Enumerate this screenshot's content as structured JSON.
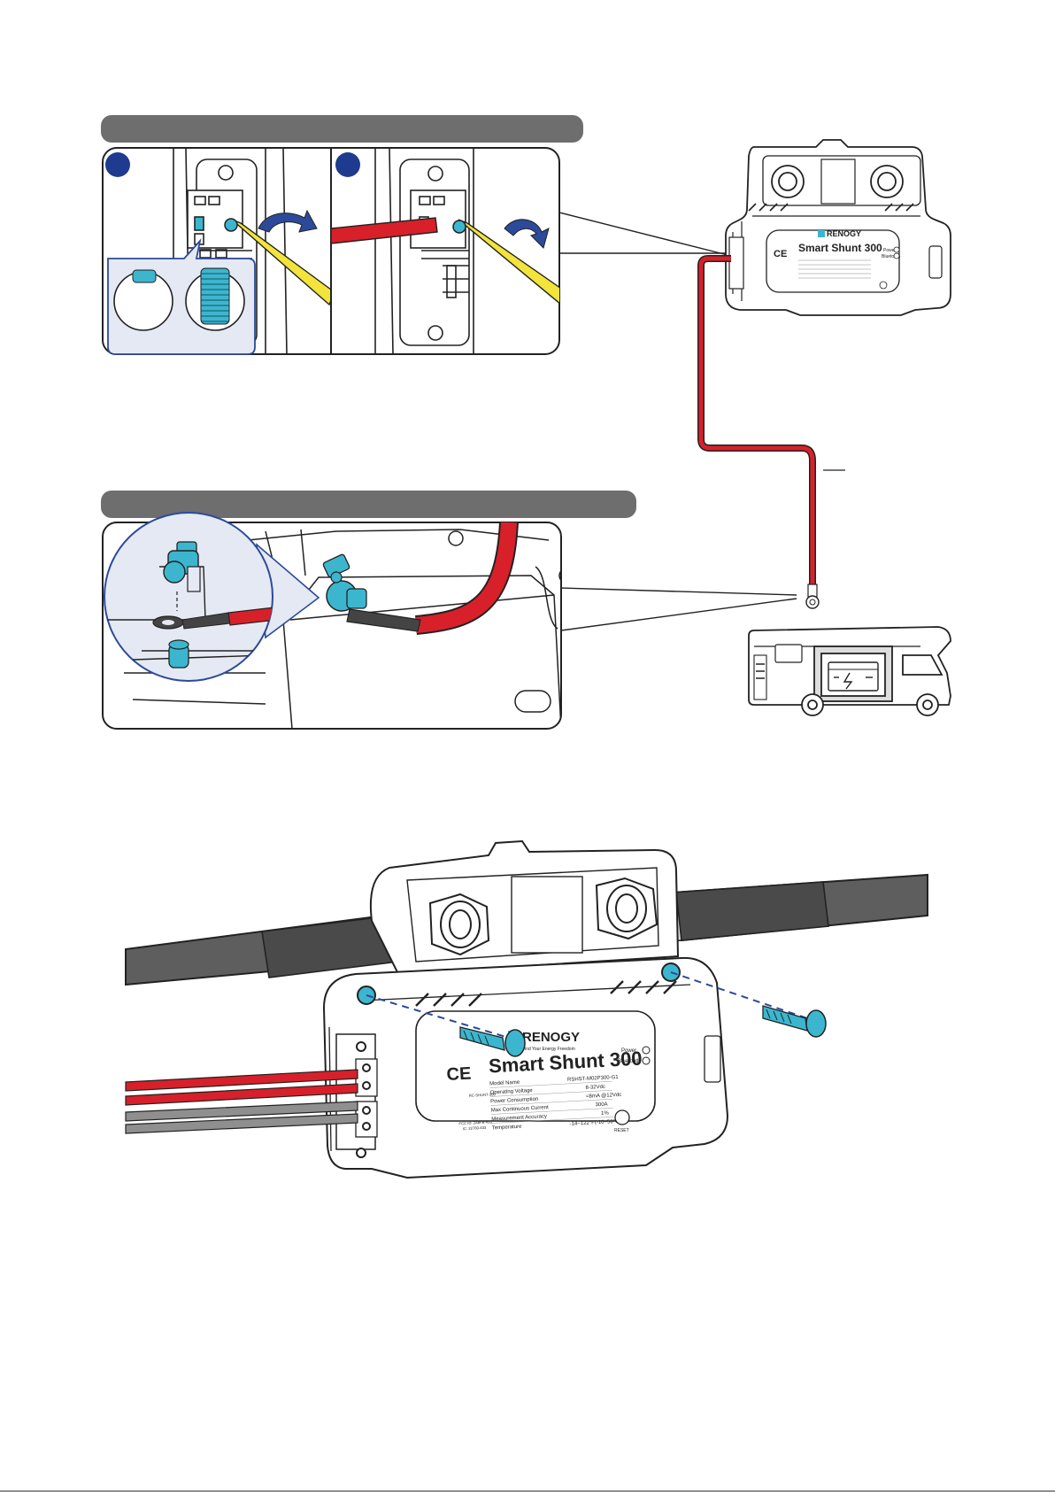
{
  "device": {
    "brand": "RENOGY",
    "tagline": "Find Your Energy Freedom",
    "product": "Smart Shunt 300",
    "ce_mark": "CE",
    "indicators": {
      "power": "Power",
      "bluetooth": "Bluetooth"
    },
    "reset_label": "RESET",
    "fcc_text": "FCC ID: 2A8FB-433",
    "ic_text": "IC: 22760-433",
    "cert_text": "RC-SHUNT-300",
    "specs": [
      {
        "name": "Model Name",
        "value": "RSHST-M02P300-G1"
      },
      {
        "name": "Operating Voltage",
        "value": "8-32Vdc"
      },
      {
        "name": "Power Consumption",
        "value": "<8mA @12Vdc"
      },
      {
        "name": "Max Continuous Current",
        "value": "300A"
      },
      {
        "name": "Measurement Accuracy",
        "value": "1%"
      },
      {
        "name": "Temperature",
        "value": "-14~122°F(-10~50°C)"
      }
    ]
  },
  "colors": {
    "panel_bar": "#6e6e6e",
    "step_badge": "#1f3b8f",
    "cable_red": "#d8202a",
    "probe_yellow": "#f2e43a",
    "accent_cyan": "#3cb6cf",
    "arrow_navy": "#2c4a9a",
    "outline": "#222222"
  },
  "icons": [
    "screwdriver-icon",
    "rotate-arrow-icon",
    "screw-icon",
    "ring-terminal-icon",
    "battery-terminal-icon",
    "rv-icon",
    "battery-icon"
  ]
}
